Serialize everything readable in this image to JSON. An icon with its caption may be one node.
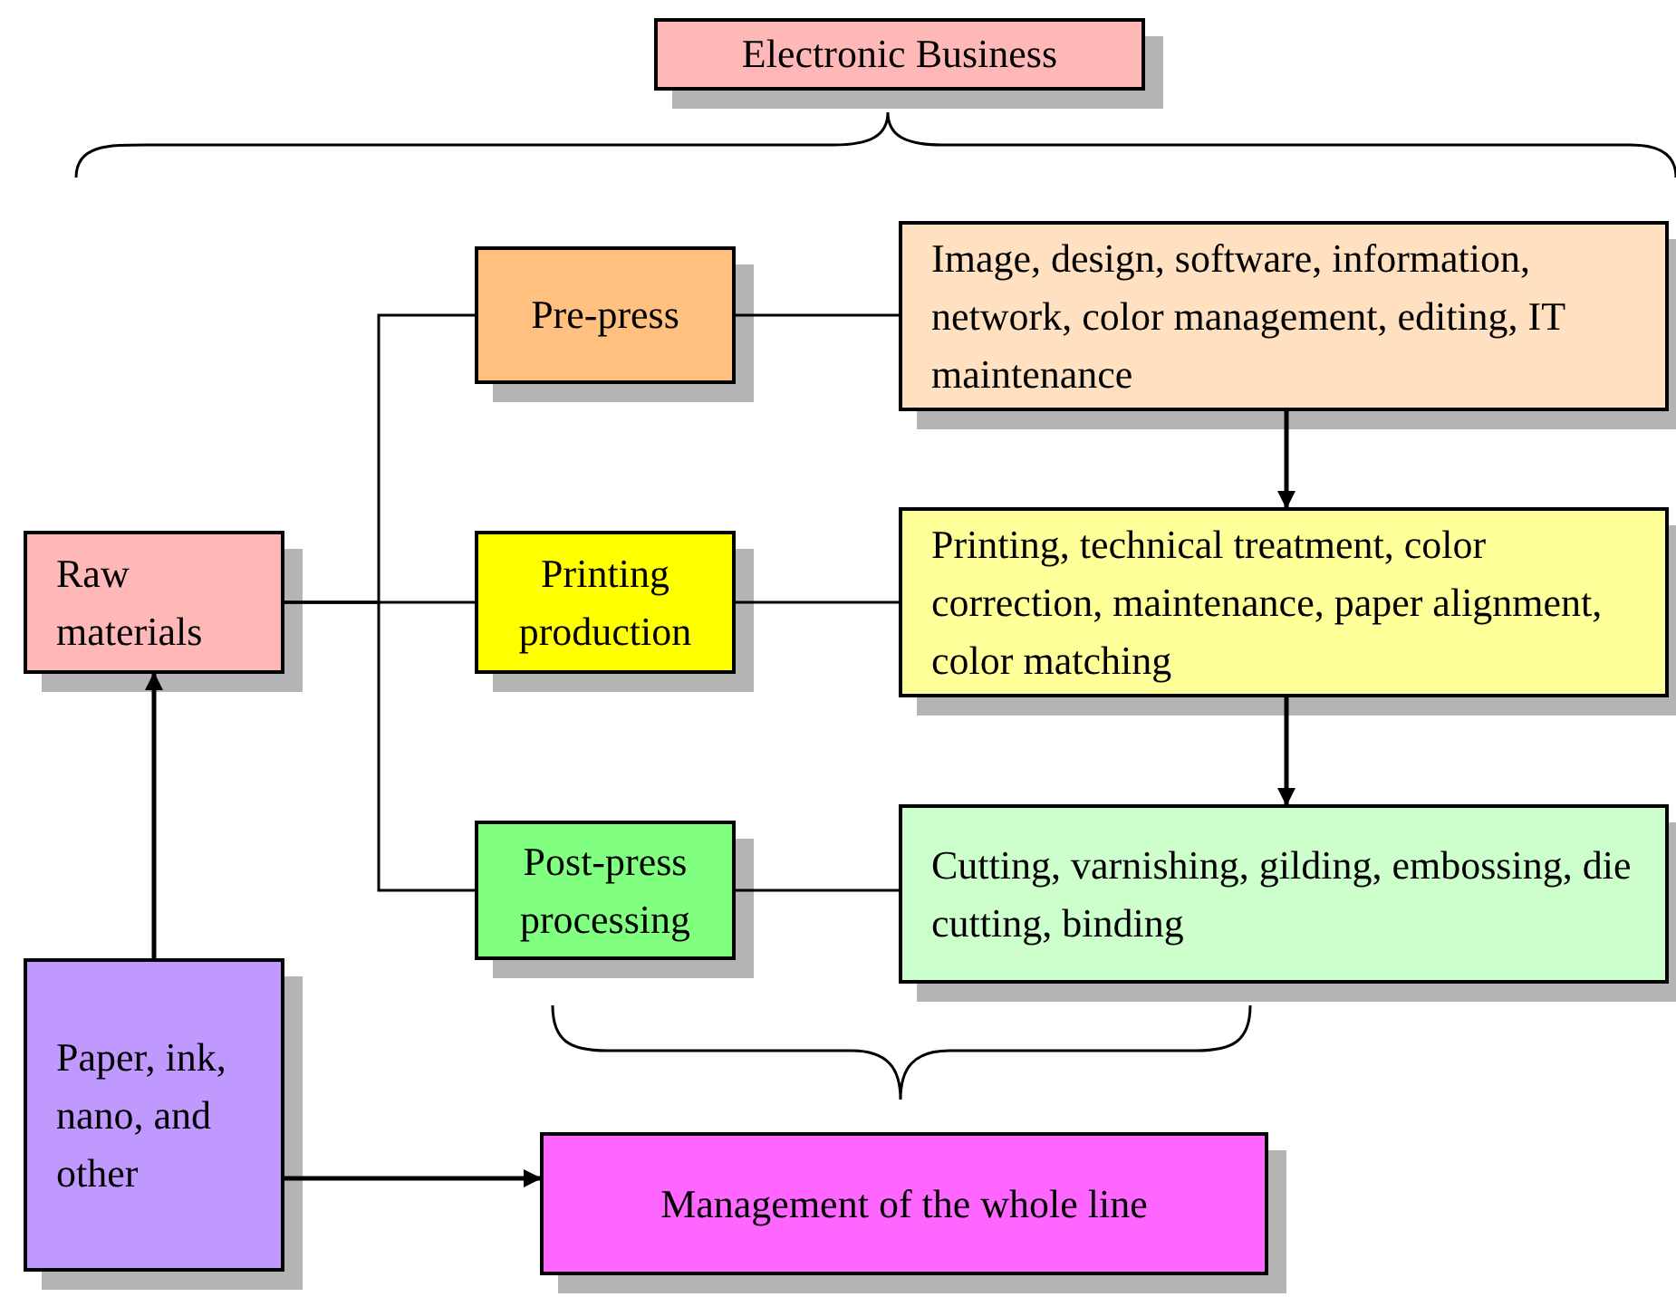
{
  "diagram": {
    "nodes": [
      {
        "text": [
          "Electronic Business"
        ]
      },
      {
        "text": [
          "Raw materials"
        ]
      },
      {
        "text": [
          "Pre-press"
        ]
      },
      {
        "text": [
          "Printing production"
        ]
      },
      {
        "text": [
          "Post-press processing"
        ]
      },
      {
        "text": [
          "Image, design, software, information, network, color management, editing, IT maintenance"
        ]
      },
      {
        "text": [
          "Printing, technical treatment, color correction, maintenance, paper alignment, color matching"
        ]
      },
      {
        "text": [
          "Cutting, varnishing, gilding, embossing, die cutting, binding"
        ]
      },
      {
        "text": [
          "Paper, ink, nano, and other"
        ]
      },
      {
        "text": [
          "Management of the whole line"
        ]
      }
    ],
    "edges": [
      {
        "from": 1,
        "to": 2,
        "arrow": "none"
      },
      {
        "from": 1,
        "to": 3,
        "arrow": "none"
      },
      {
        "from": 1,
        "to": 4,
        "arrow": "none"
      },
      {
        "from": 2,
        "to": 5,
        "arrow": "none"
      },
      {
        "from": 3,
        "to": 6,
        "arrow": "none"
      },
      {
        "from": 4,
        "to": 7,
        "arrow": "none"
      },
      {
        "from": 5,
        "to": 6,
        "arrow": "to"
      },
      {
        "from": 6,
        "to": 7,
        "arrow": "to"
      },
      {
        "from": 8,
        "to": 1,
        "arrow": "to"
      },
      {
        "from": 8,
        "to": 9,
        "arrow": "to"
      }
    ]
  }
}
